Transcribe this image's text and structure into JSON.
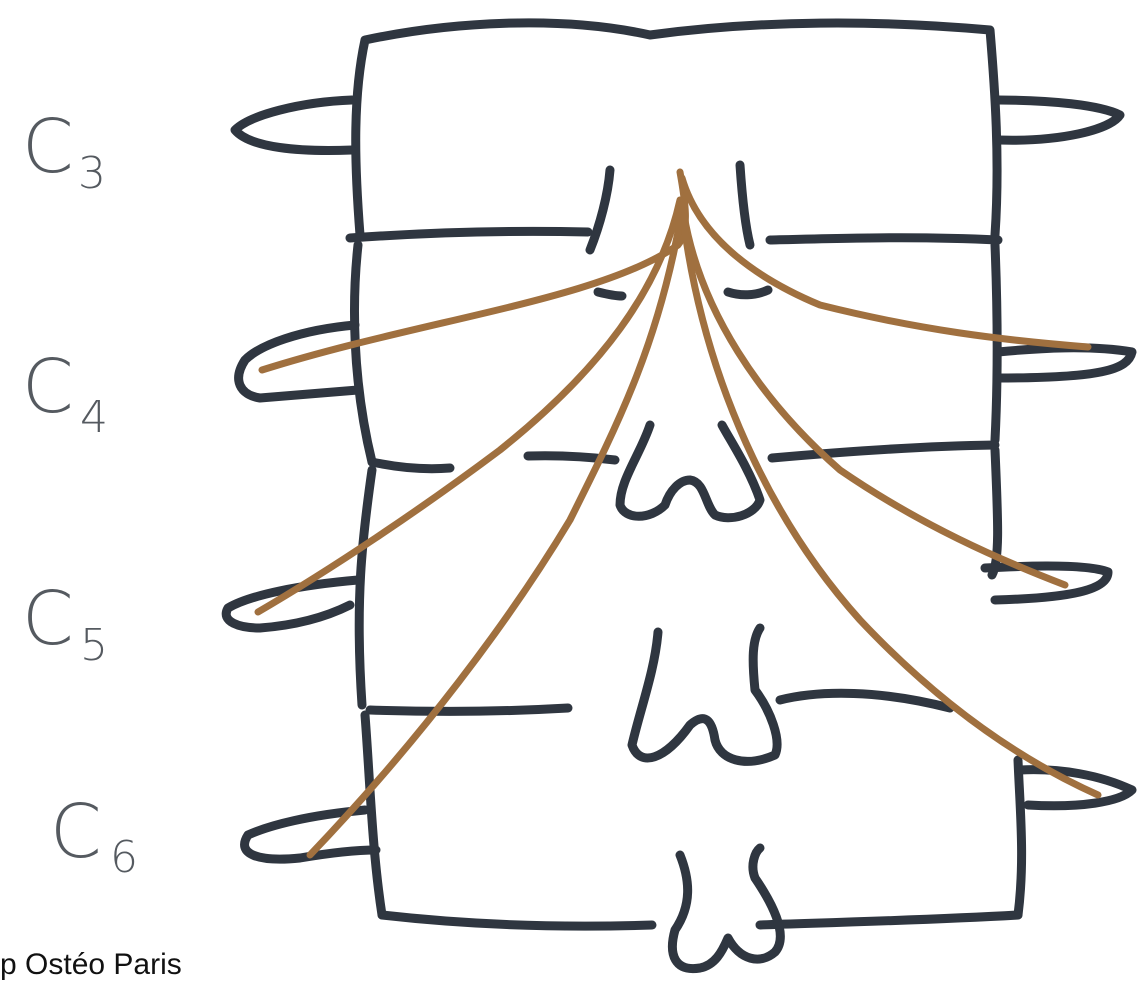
{
  "labels": [
    {
      "id": "c3",
      "main": "C",
      "sub": "3"
    },
    {
      "id": "c4",
      "main": "C",
      "sub": "4"
    },
    {
      "id": "c5",
      "main": "C",
      "sub": "5"
    },
    {
      "id": "c6",
      "main": "C",
      "sub": "6"
    }
  ],
  "watermark": "p Ostéo Paris",
  "colors": {
    "bone_outline": "#2f3640",
    "nerve": "#a0703f",
    "label": "#555a60",
    "background": "#ffffff"
  }
}
